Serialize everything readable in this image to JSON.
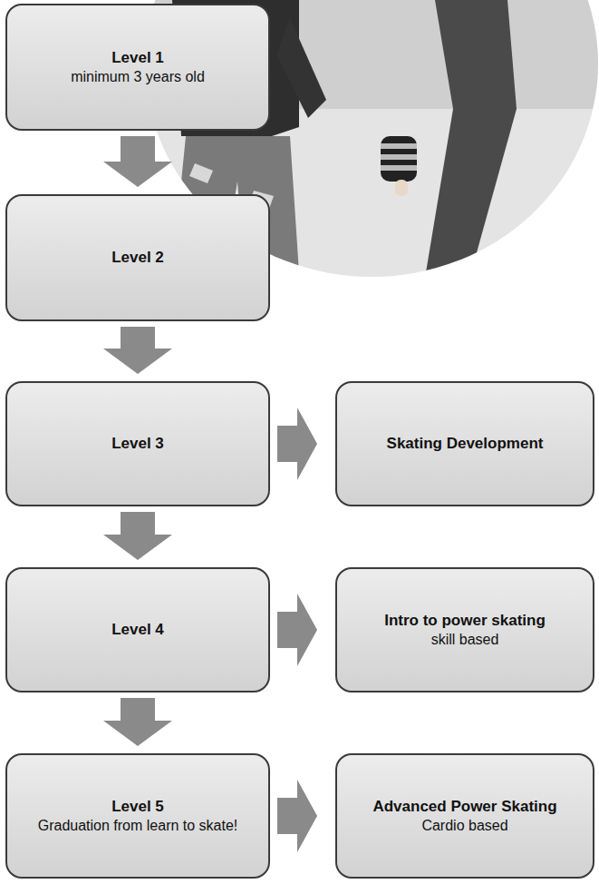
{
  "diagram": {
    "nodes": [
      {
        "text": [
          "Level 1",
          "minimum 3 years old"
        ]
      },
      {
        "text": [
          "Level 2"
        ]
      },
      {
        "text": [
          "Level 3"
        ]
      },
      {
        "text": [
          "Skating Development"
        ]
      },
      {
        "text": [
          "Level 4"
        ]
      },
      {
        "text": [
          "Intro to power skating",
          "skill based"
        ]
      },
      {
        "text": [
          "Level 5",
          "Graduation from learn to skate!"
        ]
      },
      {
        "text": [
          "Advanced Power Skating",
          "Cardio based"
        ]
      }
    ],
    "edges": [
      {
        "from": 0,
        "to": 1,
        "arrow": "to"
      },
      {
        "from": 1,
        "to": 2,
        "arrow": "to"
      },
      {
        "from": 2,
        "to": 3,
        "arrow": "to"
      },
      {
        "from": 2,
        "to": 4,
        "arrow": "to"
      },
      {
        "from": 4,
        "to": 5,
        "arrow": "to"
      },
      {
        "from": 4,
        "to": 6,
        "arrow": "to"
      },
      {
        "from": 6,
        "to": 7,
        "arrow": "to"
      }
    ]
  }
}
